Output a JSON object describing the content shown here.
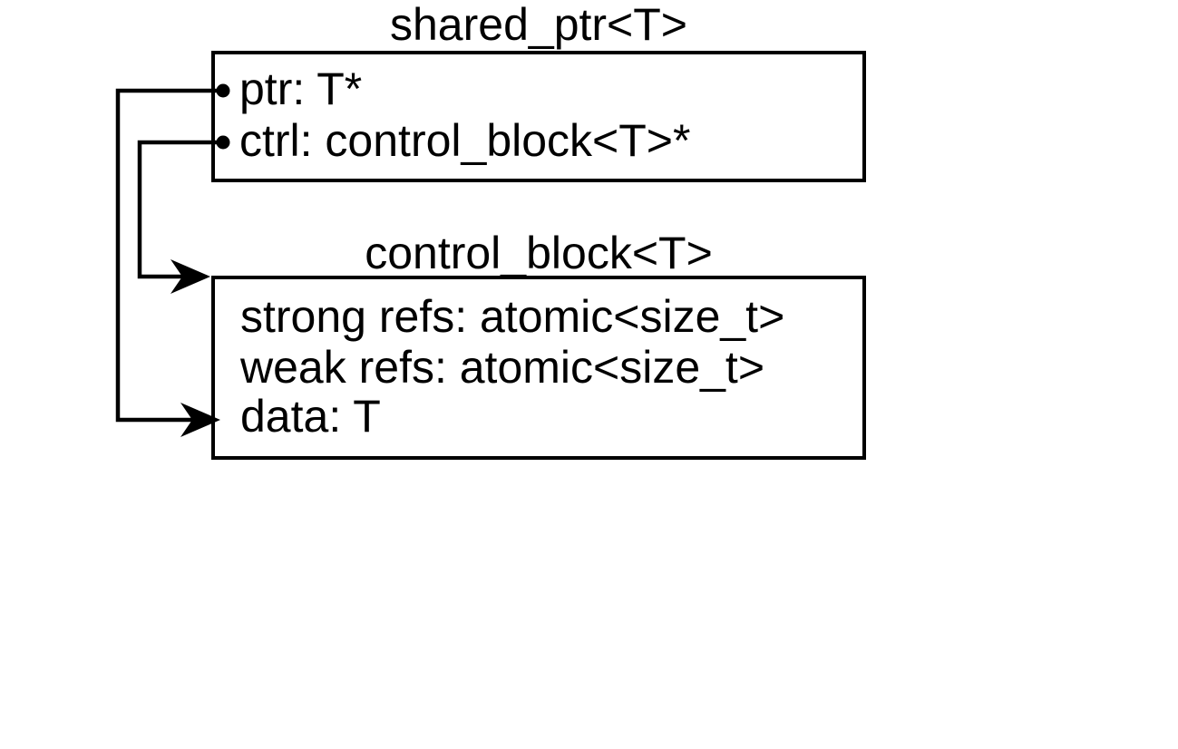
{
  "canvas": {
    "background_color": "#ffffff",
    "line_color": "#000000",
    "text_color": "#000000"
  },
  "boxes": [
    {
      "id": "shared_ptr",
      "title": "shared_ptr<T>",
      "fields": [
        "ptr: T*",
        "ctrl: control_block<T>*"
      ]
    },
    {
      "id": "control_block",
      "title": "control_block<T>",
      "fields": [
        "strong refs: atomic<size_t>",
        "weak refs: atomic<size_t>",
        "data: T"
      ]
    }
  ],
  "connectors": [
    {
      "name": "ptr-to-data",
      "from": "shared_ptr<T> field ptr: T*",
      "to": "control_block<T> field data: T",
      "start_marker": "dot",
      "end_marker": "arrow"
    },
    {
      "name": "ctrl-to-control-block",
      "from": "shared_ptr<T> field ctrl: control_block<T>*",
      "to": "control_block<T> box",
      "start_marker": "dot",
      "end_marker": "arrow"
    }
  ]
}
